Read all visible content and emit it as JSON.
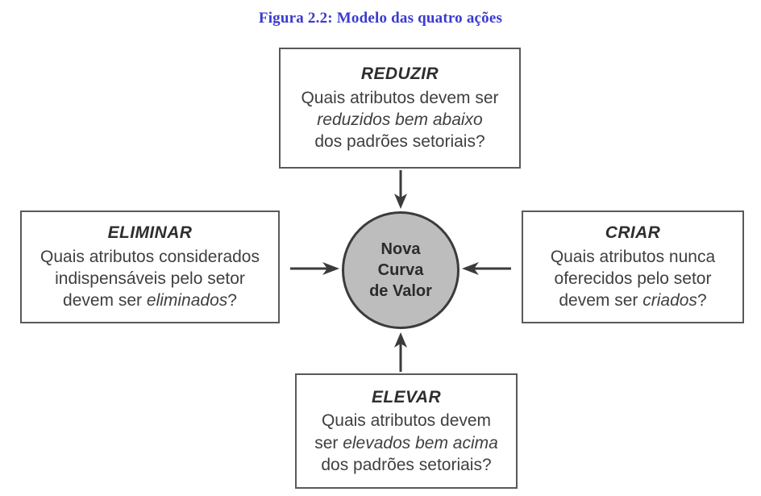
{
  "figure": {
    "title": "Figura 2.2: Modelo das quatro ações",
    "title_color": "#3a3ad0"
  },
  "center": {
    "label_line1": "Nova",
    "label_line2": "Curva",
    "label_line3": "de Valor",
    "fill_color": "#bdbdbd",
    "border_color": "#3b3b3b"
  },
  "boxes": {
    "reduzir": {
      "heading": "REDUZIR",
      "line1": "Quais atributos devem ser",
      "line2_italic": "reduzidos bem abaixo",
      "line3": "dos padrões setoriais?"
    },
    "eliminar": {
      "heading": "ELIMINAR",
      "line1": "Quais atributos considerados",
      "line2": "indispensáveis pelo setor",
      "line3_prefix": "devem ser ",
      "line3_italic": "eliminados",
      "line3_suffix": "?"
    },
    "criar": {
      "heading": "CRIAR",
      "line1": "Quais atributos nunca",
      "line2": "oferecidos pelo setor",
      "line3_prefix": "devem ser ",
      "line3_italic": "criados",
      "line3_suffix": "?"
    },
    "elevar": {
      "heading": "ELEVAR",
      "line1": "Quais atributos devem",
      "line2_prefix": "ser ",
      "line2_italic": "elevados bem acima",
      "line3": "dos padrões setoriais?"
    }
  },
  "arrows": {
    "top": "arrow-down-icon",
    "left": "arrow-right-icon",
    "right": "arrow-left-icon",
    "bottom": "arrow-up-icon"
  }
}
